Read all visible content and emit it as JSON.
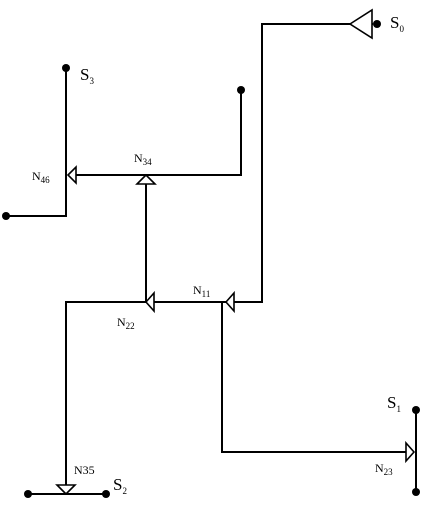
{
  "diagram": {
    "sources": [
      {
        "name": "S",
        "sub": "0"
      },
      {
        "name": "S",
        "sub": "1"
      },
      {
        "name": "S",
        "sub": "2"
      },
      {
        "name": "S",
        "sub": "3"
      }
    ],
    "nodes": [
      {
        "name": "N",
        "sub": "11"
      },
      {
        "name": "N",
        "sub": "22"
      },
      {
        "name": "N",
        "sub": "23"
      },
      {
        "name": "N",
        "sub": "34"
      },
      {
        "name": "N",
        "sub": "46"
      },
      {
        "name": "N35",
        "sub": ""
      }
    ]
  }
}
